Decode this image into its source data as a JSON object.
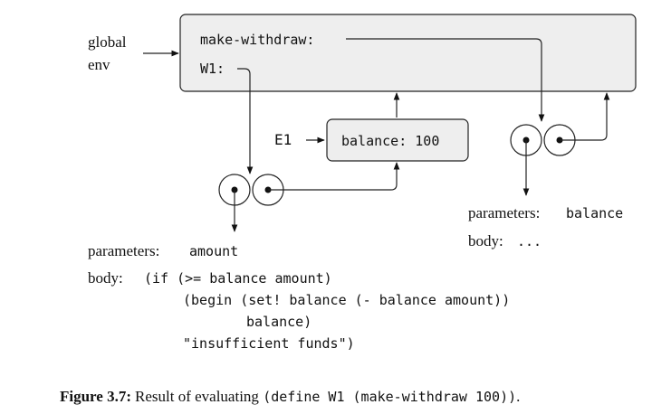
{
  "global_env": {
    "label_line1": "global",
    "label_line2": "env",
    "binding_make_withdraw": "make-withdraw:",
    "binding_w1": "W1:"
  },
  "e1": {
    "label": "E1",
    "binding": "balance: 100"
  },
  "left_procedure": {
    "params_label": "parameters:",
    "params_value": "amount",
    "body_label": "body:",
    "body_lines": [
      "(if (>= balance amount)",
      "(begin (set! balance (- balance amount))",
      "balance)",
      "\"insufficient funds\")"
    ]
  },
  "right_procedure": {
    "params_label": "parameters:",
    "params_value": "balance",
    "body_label": "body:",
    "body_value": "..."
  },
  "caption": {
    "label": "Figure 3.7:",
    "text_before": "Result of evaluating ",
    "code": "(define W1 (make-withdraw 100))",
    "text_after": "."
  }
}
